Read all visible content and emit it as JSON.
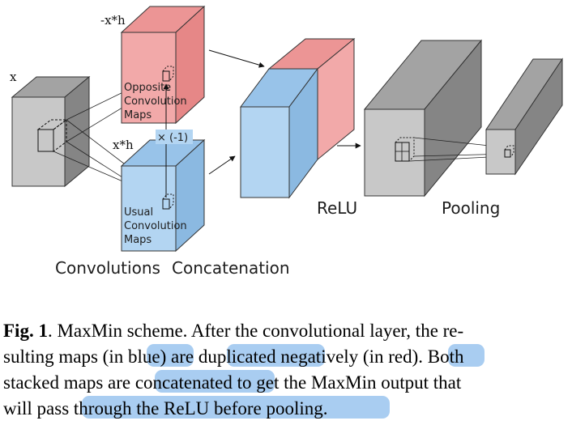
{
  "labels": {
    "input_x": "x",
    "neg_kernel": "-x*h",
    "pos_kernel": "x*h",
    "times_minus_one": "× (-1)",
    "opposite_maps": [
      "Opposite",
      "Convolution",
      "Maps"
    ],
    "usual_maps": [
      "Usual",
      "Convolution",
      "Maps"
    ],
    "convolutions": "Convolutions",
    "concatenation": "Concatenation",
    "relu": "ReLU",
    "pooling": "Pooling"
  },
  "colors": {
    "gray_face": "#c8c8c8",
    "gray_top": "#a3a3a3",
    "gray_side": "#858585",
    "red_face": "#f2a9a9",
    "red_top": "#ec9595",
    "blue_face": "#b3d5f2",
    "blue_top": "#98c3e9",
    "highlight": "#a9cdf1"
  },
  "caption": {
    "fig": "Fig. 1",
    "line1": ". MaxMin scheme. After the convolutional layer, the re-",
    "line2_parts": [
      "sulting maps (in ",
      "blue",
      ") are ",
      "duplicated",
      " negatively (in ",
      "red",
      "). Both"
    ],
    "line3_parts": [
      "stacked maps are ",
      "concatenated",
      " to get the MaxMin output that"
    ],
    "line4_parts": [
      "will pass ",
      "through the ReLU before pooling."
    ]
  }
}
